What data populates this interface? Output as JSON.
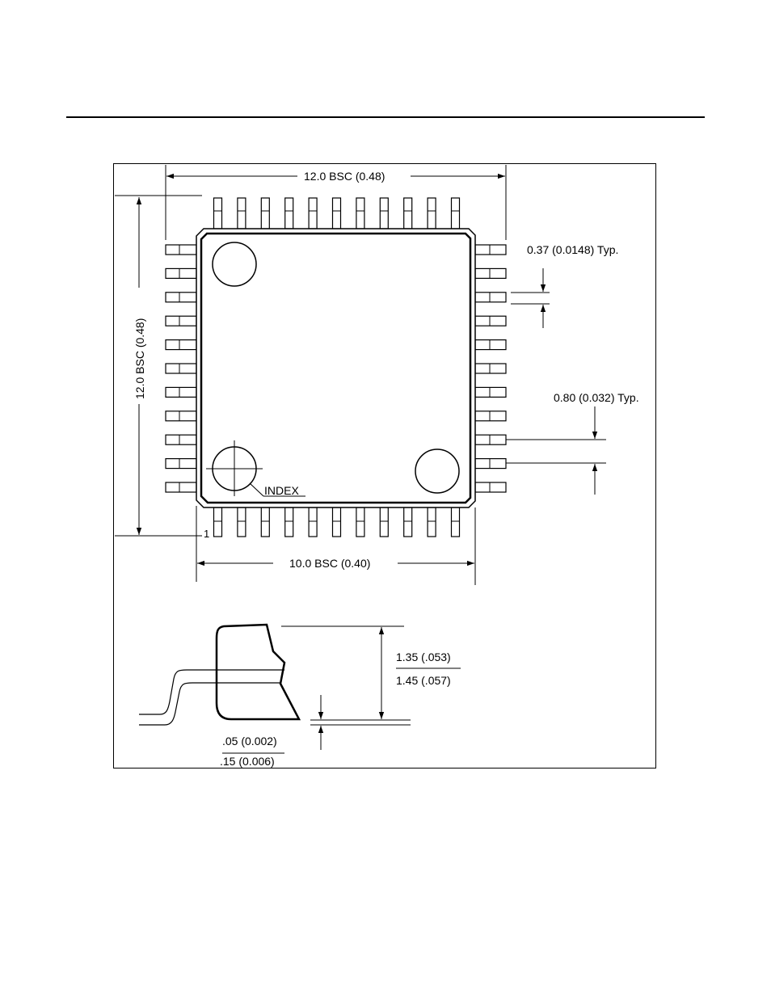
{
  "labels": {
    "top_width": "12.0 BSC (0.48)",
    "left_height": "12.0 BSC (0.48)",
    "body_width": "10.0 BSC (0.40)",
    "pin_width": "0.37 (0.0148) Typ.",
    "pin_pitch": "0.80 (0.032) Typ.",
    "index": "INDEX",
    "pin_one": "1",
    "height_min": "1.35 (.053)",
    "height_max": "1.45 (.057)",
    "standoff_min": ".05 (0.002)",
    "standoff_max": ".15 (0.006)"
  },
  "package": {
    "pins_per_side": 11
  }
}
